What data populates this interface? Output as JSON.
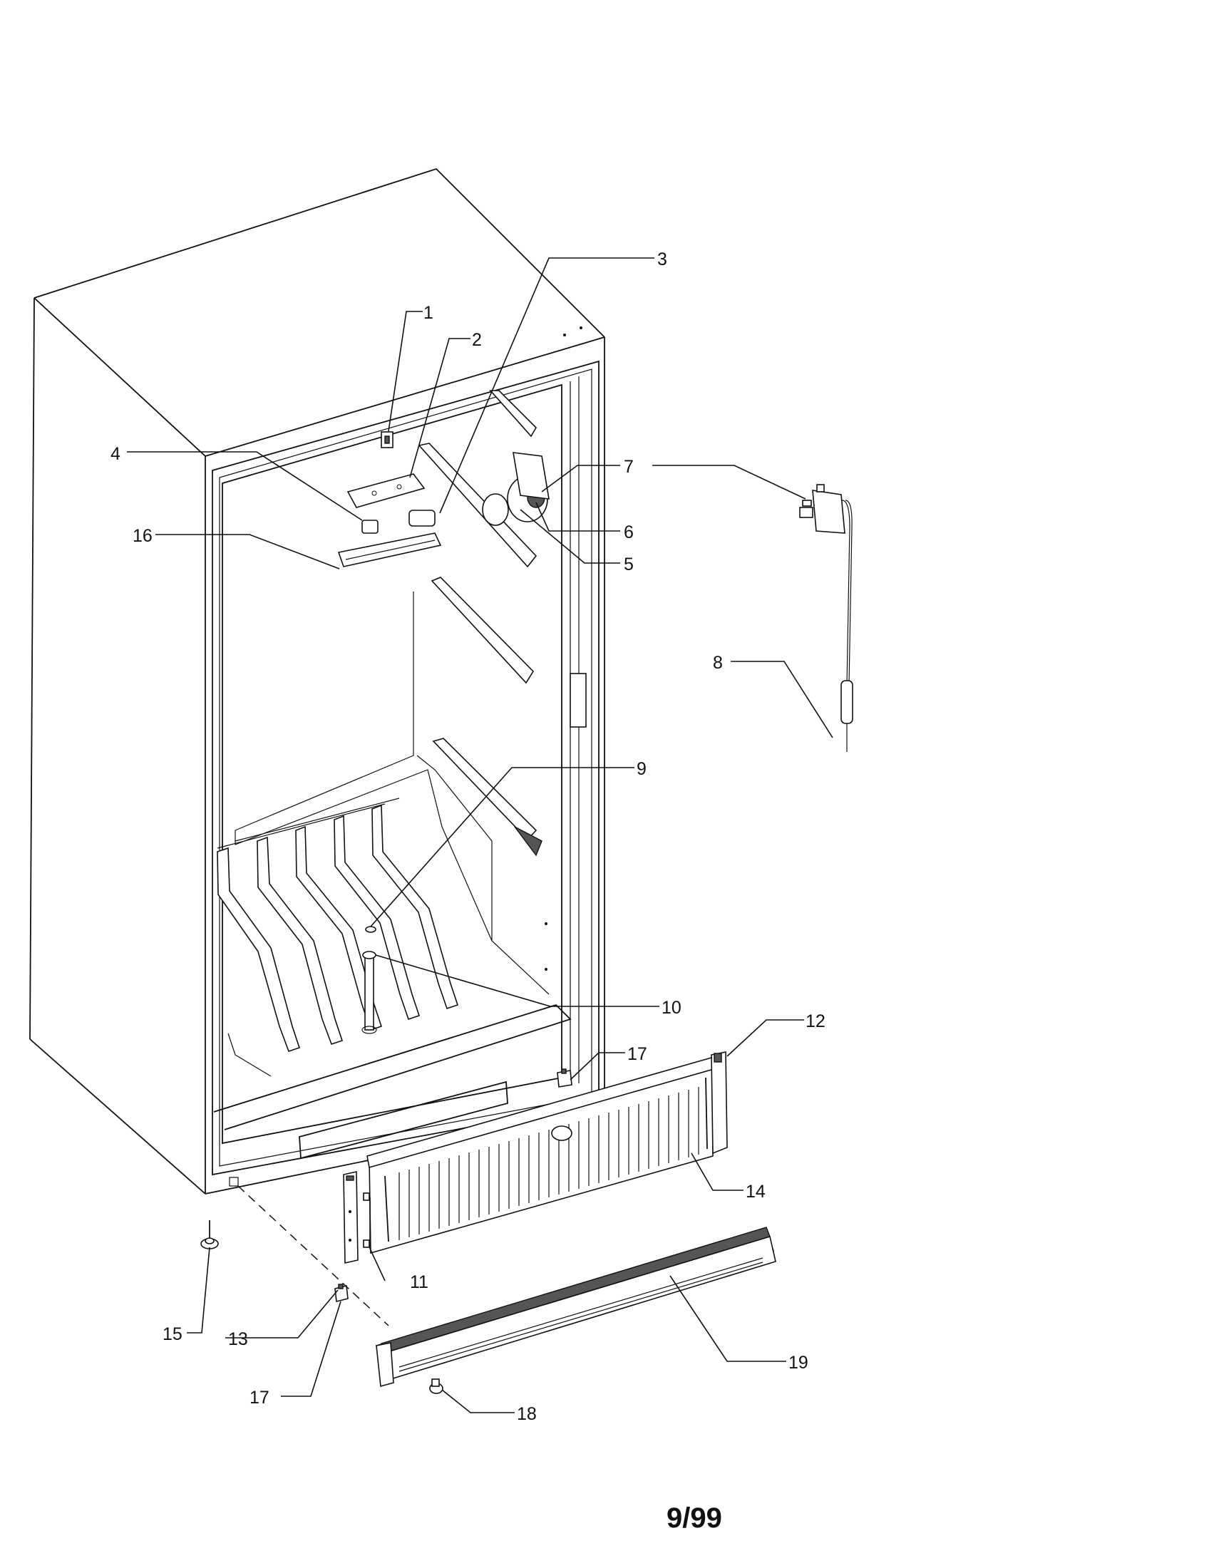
{
  "callouts": [
    "1",
    "2",
    "3",
    "4",
    "5",
    "6",
    "7",
    "8",
    "9",
    "10",
    "11",
    "12",
    "13",
    "14",
    "15",
    "16",
    "17",
    "17",
    "18",
    "19"
  ],
  "page_number": "9/99"
}
